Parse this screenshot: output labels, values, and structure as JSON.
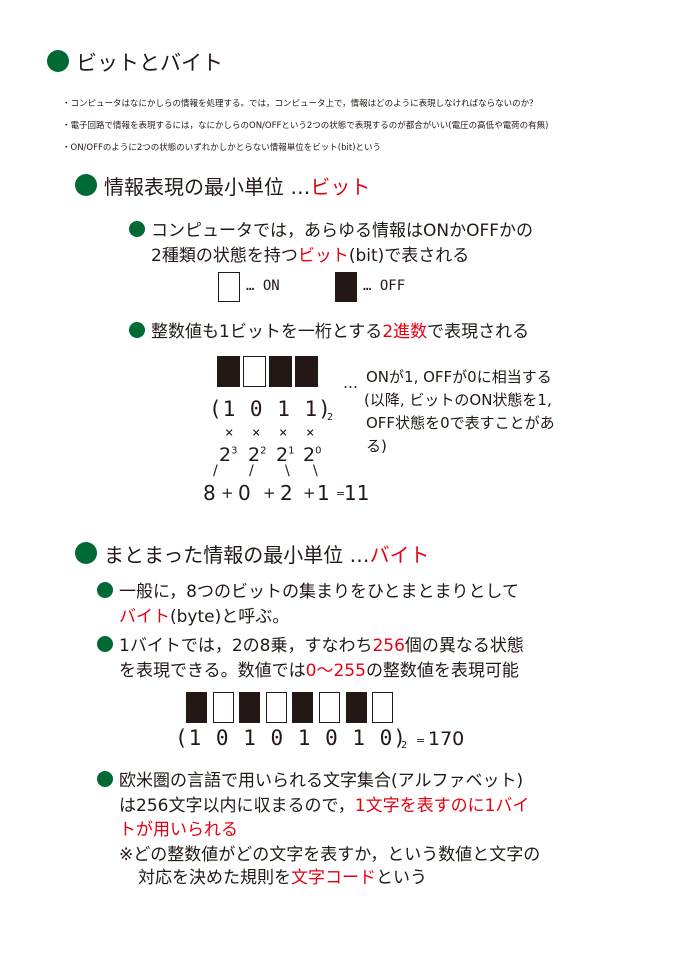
{
  "title": "ビットとバイト",
  "intro": [
    "・コンピュータはなにかしらの情報を処理する。では，コンピュータ上で，情報はどのように表現しなければならないのか？",
    "・電子回路で情報を表現するには，なにかしらのON/OFFという2つの状態で表現するのが都合がいい(電圧の高低や電荷の有無)",
    "・ON/OFFのように2つの状態のいずれかしかとらない情報単位をビット(bit)という"
  ],
  "section1": {
    "heading": "情報表現の最小単位 …",
    "heading_highlight": "ビット",
    "bullet1": {
      "line1": "コンピュータでは，あらゆる情報はONかOFFかの",
      "line2_pre": "2種類の状態を持つ",
      "line2_red": "ビット",
      "line2_post": "(bit)で表される"
    },
    "on_label": "… ON",
    "off_label": "… OFF",
    "bullet2": {
      "pre": "整数値も1ビットを一桁とする",
      "red": "2進数",
      "post": "で表現される"
    },
    "binary": "(1 0 1 1)",
    "base": "2",
    "times": [
      "×",
      "×",
      "×",
      "×"
    ],
    "powers": [
      {
        "base": "2",
        "exp": "3"
      },
      {
        "base": "2",
        "exp": "2"
      },
      {
        "base": "2",
        "exp": "1"
      },
      {
        "base": "2",
        "exp": "0"
      }
    ],
    "slashes": [
      "/",
      "/",
      "\\",
      "\\"
    ],
    "sum_terms": [
      "8",
      "+",
      "0",
      "+",
      "2",
      "+",
      "1"
    ],
    "sum_equals": "=",
    "sum_result": "11",
    "ellipsis": "…",
    "explain": [
      "ONが1, OFFが0に相当する",
      "(以降, ビットのON状態を1,",
      "OFF状態を0で表すことがあ",
      "る)"
    ]
  },
  "section2": {
    "heading": "まとまった情報の最小単位 …",
    "heading_highlight": "バイト",
    "bullet1": {
      "line1": "一般に，8つのビットの集まりをひとまとまりとして",
      "line2_red": "バイト",
      "line2_post": "(byte)と呼ぶ。"
    },
    "bullet2": {
      "line1_pre": "1バイトでは，2の8乗，すなわち",
      "line1_red": "256",
      "line1_post": "個の異なる状態",
      "line2_pre": "を表現できる。数値では",
      "line2_red": "0〜255",
      "line2_post": "の整数値を表現可能"
    },
    "byte_binary": "(1 0 1 0  1 0 1 0)",
    "byte_base": "2",
    "byte_equals": "=",
    "byte_result": "170",
    "bullet3": {
      "line1": "欧米圏の言語で用いられる文字集合(アルファベット)",
      "line2_pre": "は256文字以内に収まるので，",
      "line2_red": "1文字を表すのに1バイ",
      "line3_red": "トが用いられる",
      "note1": "※どの整数値がどの文字を表すか，という数値と文字の",
      "note2_pre": "対応を決めた規則を",
      "note2_red": "文字コード",
      "note2_post": "という"
    }
  },
  "bit_states": [
    1,
    0,
    1,
    1
  ],
  "byte_states": [
    1,
    0,
    1,
    0,
    1,
    0,
    1,
    0
  ],
  "colors": {
    "accent_green": "#006934",
    "accent_red": "#e60012",
    "text": "#231815"
  }
}
